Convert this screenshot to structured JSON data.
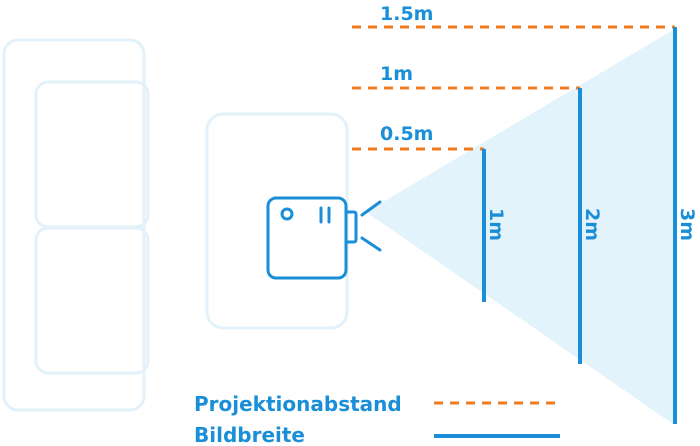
{
  "colors": {
    "blue": "#1a8fd8",
    "orange": "#f07a1e",
    "light_blue_fill": "#e3f3fb",
    "furniture_outline": "#e2f1fa"
  },
  "icons": {
    "sofa": "sofa-icon",
    "table": "table-icon",
    "projector": "projector-icon"
  },
  "distances": [
    {
      "label": "1.5m"
    },
    {
      "label": "1m"
    },
    {
      "label": "0.5m"
    }
  ],
  "widths": [
    {
      "label": "1m"
    },
    {
      "label": "2m"
    },
    {
      "label": "3m"
    }
  ],
  "legend": {
    "distance_label": "Projektionabstand",
    "width_label": "Bildbreite"
  }
}
